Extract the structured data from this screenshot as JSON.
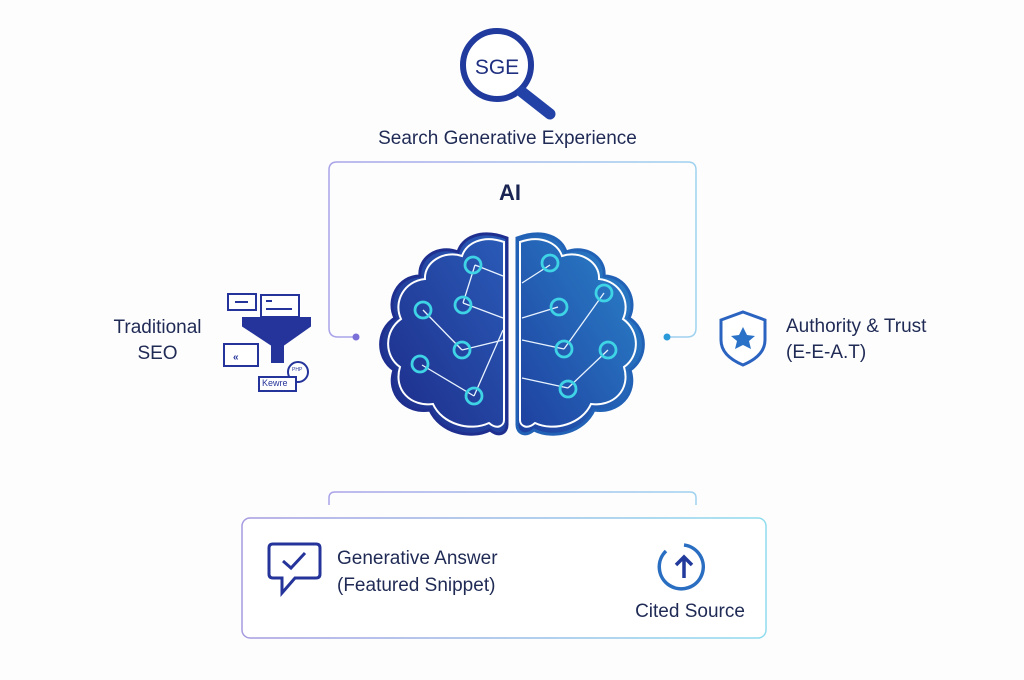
{
  "sge": {
    "icon_text": "SGE",
    "label": "Search Generative Experience"
  },
  "ai": {
    "label": "AI"
  },
  "left": {
    "line1": "Traditional",
    "line2": "SEO",
    "funnel_tag": "Kewre",
    "bubble_tag": "PHP"
  },
  "right": {
    "line1": "Authority & Trust",
    "line2": "(E-E-A.T)"
  },
  "answer": {
    "line1": "Generative Answer",
    "line2": "(Featured Snippet)",
    "cited": "Cited Source"
  },
  "colors": {
    "navy": "#1f2f8a",
    "cyan": "#3fd3e6",
    "accent_purple": "#8a7fe0",
    "accent_blue": "#2a8fd8",
    "text": "#1f2a55"
  }
}
